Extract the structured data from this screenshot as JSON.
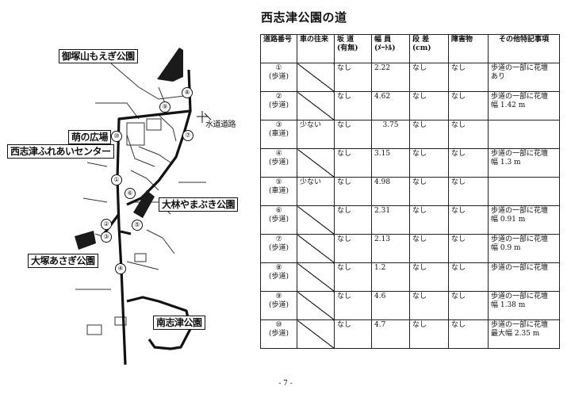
{
  "title": "西志津公園の道",
  "map_labels": {
    "park_top": "御塚山もえぎ公園",
    "hiroba": "萌の広場",
    "center": "西志津ふれあいセンター",
    "suido": "水道道路",
    "park_mid": "大林やまぶき公園",
    "park_left": "大塚あさぎ公園",
    "park_bottom": "南志津公園"
  },
  "markers": [
    "①",
    "②",
    "③",
    "④",
    "⑤",
    "⑥",
    "⑦",
    "⑧",
    "⑨",
    "⑩"
  ],
  "headers": {
    "no": "道路番号",
    "traffic": "車の往来",
    "slope": "坂 道",
    "slope_sub": "(有無)",
    "width": "幅 員",
    "width_sub": "(ﾒｰﾄﾙ)",
    "step": "段 差",
    "step_sub": "(cm)",
    "obstacle": "障害物",
    "notes": "その他特記事項"
  },
  "rows": [
    {
      "no": "①",
      "kind": "(歩道)",
      "traffic": "",
      "slope": "なし",
      "width": "2.22",
      "step": "なし",
      "obstacle": "なし",
      "note1": "歩道の一部に花壇",
      "note2": "あり"
    },
    {
      "no": "②",
      "kind": "(歩道)",
      "traffic": "",
      "slope": "なし",
      "width": "4.62",
      "step": "なし",
      "obstacle": "なし",
      "note1": "歩道の一部に花壇",
      "note2": "幅 1.42 m"
    },
    {
      "no": "③",
      "kind": "(車道)",
      "traffic": "少ない",
      "slope": "なし",
      "width": "3.75",
      "step": "なし",
      "obstacle": "なし",
      "note1": "",
      "note2": ""
    },
    {
      "no": "④",
      "kind": "(歩道)",
      "traffic": "",
      "slope": "なし",
      "width": "3.15",
      "step": "なし",
      "obstacle": "なし",
      "note1": "歩道の一部に花壇",
      "note2": "幅 1.3 m"
    },
    {
      "no": "⑤",
      "kind": "(車道)",
      "traffic": "少ない",
      "slope": "なし",
      "width": "4.98",
      "step": "なし",
      "obstacle": "なし",
      "note1": "",
      "note2": ""
    },
    {
      "no": "⑥",
      "kind": "(歩道)",
      "traffic": "",
      "slope": "なし",
      "width": "2.31",
      "step": "なし",
      "obstacle": "なし",
      "note1": "歩道の一部に花壇",
      "note2": "幅 0.91 m"
    },
    {
      "no": "⑦",
      "kind": "(歩道)",
      "traffic": "",
      "slope": "なし",
      "width": "2.13",
      "step": "なし",
      "obstacle": "なし",
      "note1": "歩道の一部に花壇",
      "note2": "幅 0.9 m"
    },
    {
      "no": "⑧",
      "kind": "(歩道)",
      "traffic": "",
      "slope": "なし",
      "width": "1.2",
      "step": "なし",
      "obstacle": "なし",
      "note1": "歩道の一部に花壇",
      "note2": ""
    },
    {
      "no": "⑨",
      "kind": "(歩道)",
      "traffic": "",
      "slope": "なし",
      "width": "4.6",
      "step": "なし",
      "obstacle": "なし",
      "note1": "歩道の一部に花壇",
      "note2": "幅 1.38 m"
    },
    {
      "no": "⑩",
      "kind": "(歩道)",
      "traffic": "",
      "slope": "なし",
      "width": "4.7",
      "step": "なし",
      "obstacle": "なし",
      "note1": "歩道の一部に花壇",
      "note2": "最大幅 2.35 m"
    }
  ],
  "page_number": "- 7 -"
}
